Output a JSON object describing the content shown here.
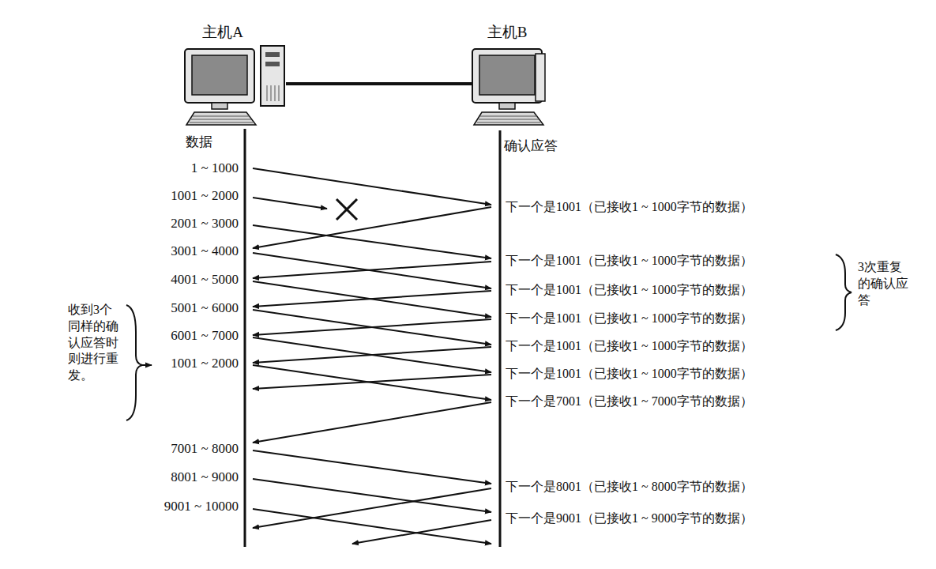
{
  "diagram": {
    "nodes": [
      {
        "text": [
          "主机A"
        ]
      },
      {
        "text": [
          "主机B"
        ]
      }
    ],
    "edges": [
      {
        "from": 0,
        "to": 1,
        "arrow": "none"
      }
    ],
    "labels": [
      "数据",
      "确认应答",
      "1 ~ 1000",
      "1001 ~ 2000",
      "2001 ~ 3000",
      "3001 ~ 4000",
      "4001 ~ 5000",
      "5001 ~ 6000",
      "6001 ~ 7000",
      "1001 ~ 2000",
      "7001 ~ 8000",
      "8001 ~ 9000",
      "9001 ~ 10000",
      "下一个是1001（已接收1 ~ 1000字节的数据）",
      "下一个是1001（已接收1 ~ 1000字节的数据）",
      "下一个是1001（已接收1 ~ 1000字节的数据）",
      "下一个是1001（已接收1 ~ 1000字节的数据）",
      "下一个是1001（已接收1 ~ 1000字节的数据）",
      "下一个是1001（已接收1 ~ 1000字节的数据）",
      "下一个是7001（已接收1 ~ 7000字节的数据）",
      "下一个是8001（已接收1 ~ 8000字节的数据）",
      "下一个是9001（已接收1 ~ 9000字节的数据）",
      "收到3个同样的确认应答时则进行重发。",
      "3次重复的确认应答"
    ]
  }
}
